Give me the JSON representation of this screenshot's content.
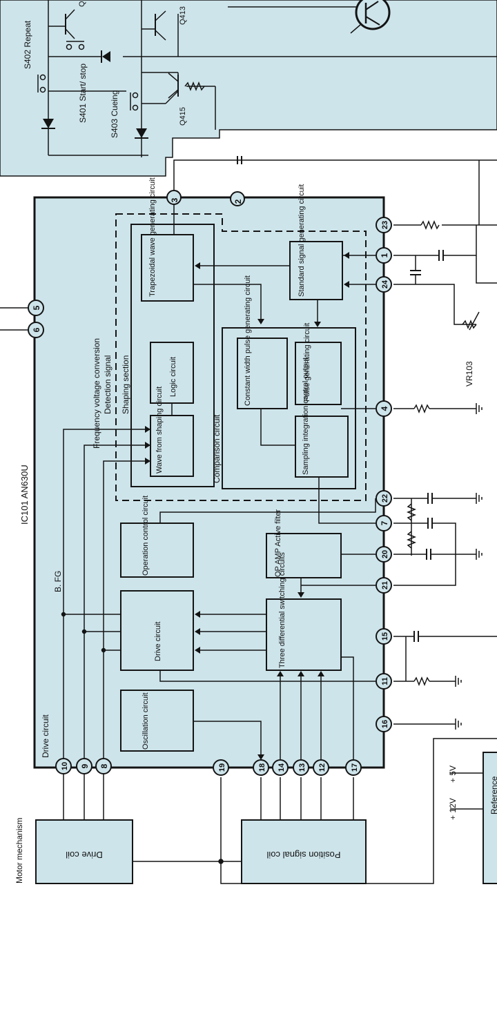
{
  "colors": {
    "panel": "#cde4ea",
    "line": "#141414",
    "background": "#ffffff"
  },
  "top": {
    "s402": "S402 Repeat",
    "s401": "S401 Start/ stop",
    "s403": "S403 Cueing",
    "q413": "Q413",
    "q415": "Q415",
    "q_top": "Q"
  },
  "ic": {
    "title": "IC101 AN630U",
    "drive_circuit_label": "Drive circuit",
    "bfg": "B. FG",
    "freq": "Frequency voltage conversion",
    "detection": "Detection signal",
    "shaping_section": "Shaping section",
    "trapezoidal": "Trapezoidal wave generating circuit",
    "logic": "Logic circuit",
    "wave_shaping": "Wave from shaping circuit",
    "standard": "Standard signal generating circuit",
    "comparison": "Comparison circuit",
    "constant_width": "Constant width pulse generating circuit",
    "pulse": "Pulse generating circuit",
    "sampling": "Sampling integration control output",
    "operation": "Operation control circuit",
    "op_amp": "OP AMP Active filter",
    "drive_block": "Drive circuit",
    "three_diff": "Three differential switching circuits",
    "oscillation": "Oscillation circuit"
  },
  "pins": {
    "p3": "3",
    "p2": "2",
    "p23": "23",
    "p1": "1",
    "p24": "24",
    "p5": "5",
    "p6": "6",
    "p4": "4",
    "p22": "22",
    "p7": "7",
    "p20": "20",
    "p21": "21",
    "p15": "15",
    "p11": "11",
    "p16": "16",
    "p10": "10",
    "p9": "9",
    "p8": "8",
    "p19": "19",
    "p18": "18",
    "p14": "14",
    "p13": "13",
    "p12": "12",
    "p17": "17"
  },
  "external": {
    "vr103": "VR103",
    "motor": "Motor mechanism",
    "drive_coil": "Drive coil",
    "position_coil": "Position signal coil",
    "v5": "+ 5V",
    "v12": "+ 12V",
    "reference": "Reference"
  }
}
